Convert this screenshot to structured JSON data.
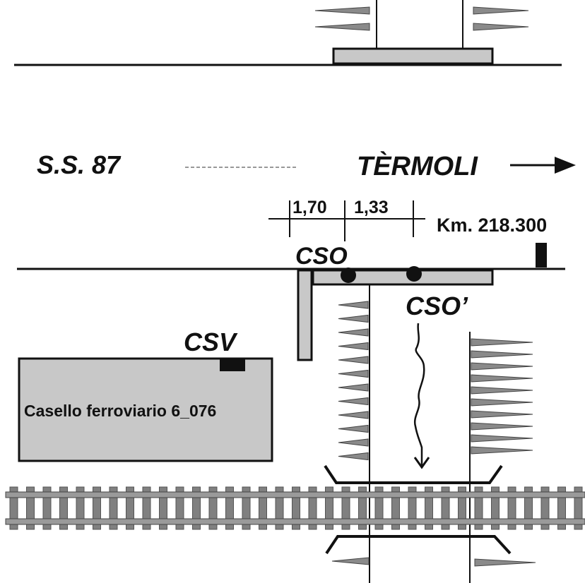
{
  "labels": {
    "road_name": "S.S. 87",
    "direction": "TÈRMOLI",
    "dim_1": "1,70",
    "dim_2": "1,33",
    "km_marker": "Km. 218.300",
    "cso": "CSO",
    "cso_prime": "CSO’",
    "csv": "CSV",
    "building": "Casello ferroviario 6_076"
  },
  "colors": {
    "line": "#111111",
    "fill_grey": "#c8c8c8",
    "triangle_grey": "#8a8a8a",
    "rail": "#9a9a9a",
    "sleeper": "#808080"
  }
}
